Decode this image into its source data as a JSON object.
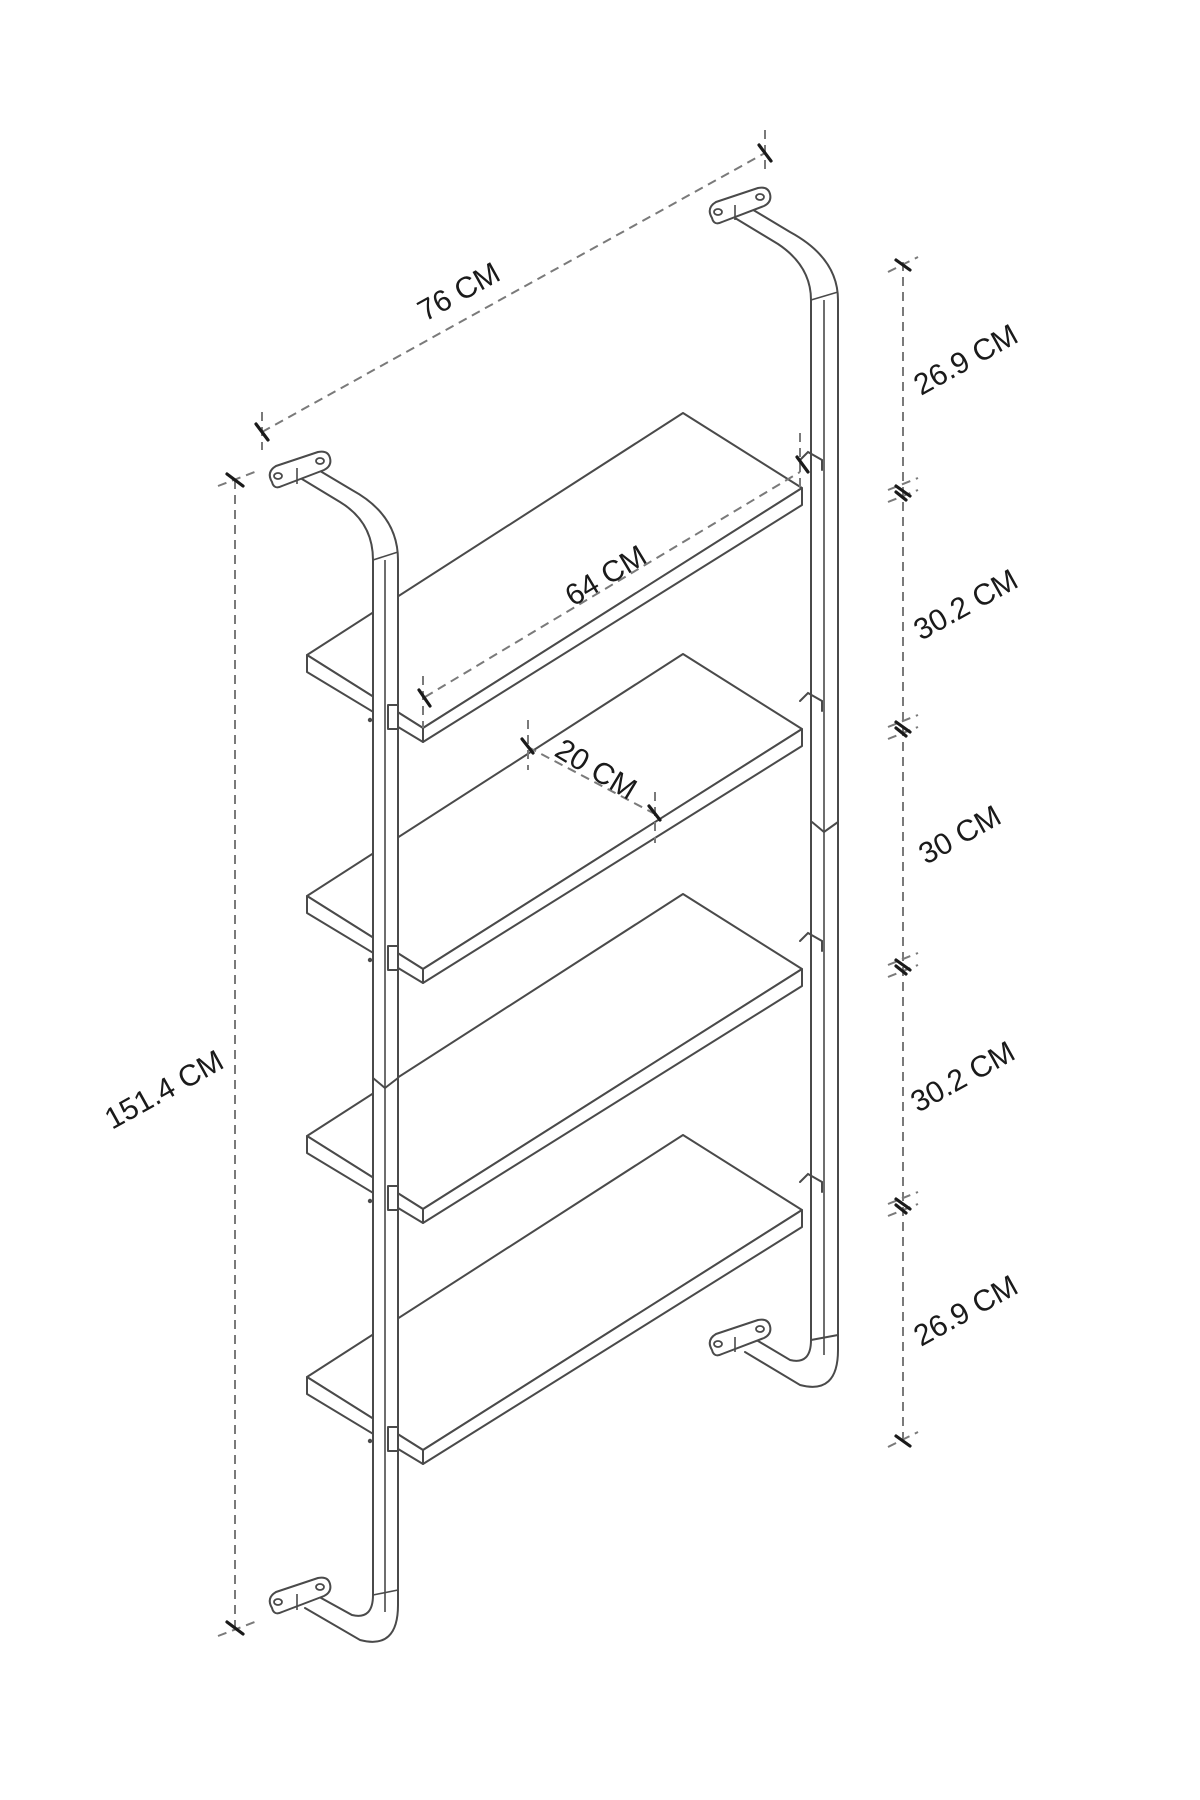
{
  "drawing": {
    "subject": "Wall-mounted ladder shelf, 4 shelves",
    "line_color": "#4a4a4a",
    "dimension_color": "#7a7a7a",
    "text_color": "#1a1a1a"
  },
  "dimensions": {
    "overall_width": "76 CM",
    "shelf_length": "64 CM",
    "shelf_depth": "20 CM",
    "overall_height": "151.4 CM",
    "segments": [
      {
        "label": "26.9 CM"
      },
      {
        "label": "30.2 CM"
      },
      {
        "label": "30 CM"
      },
      {
        "label": "30.2 CM"
      },
      {
        "label": "26.9 CM"
      }
    ]
  }
}
